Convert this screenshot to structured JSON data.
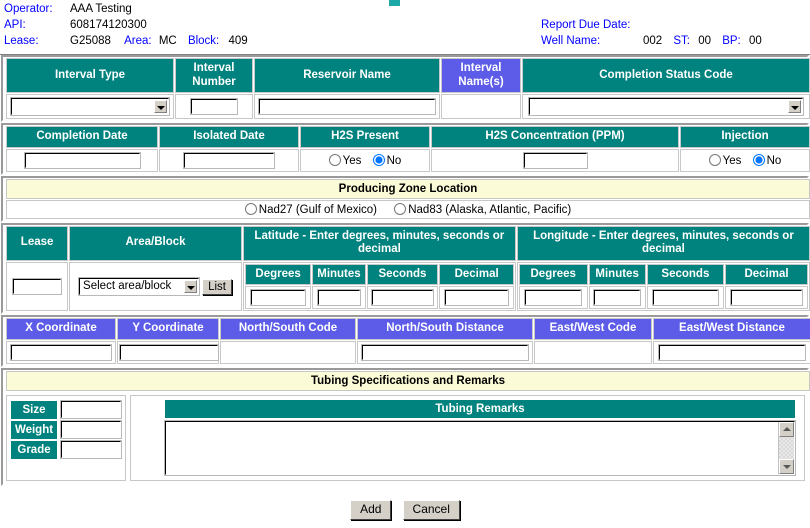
{
  "header": {
    "operator_label": "Operator:",
    "operator_value": "AAA Testing",
    "api_label": "API:",
    "api_value": "608174120300",
    "lease_label": "Lease:",
    "lease_value": "G25088",
    "area_label": "Area:",
    "area_value": "MC",
    "block_label": "Block:",
    "block_value": "409",
    "report_due_label": "Report Due Date:",
    "report_due_value": "",
    "well_name_label": "Well Name:",
    "well_name_value": "002",
    "st_label": "ST:",
    "st_value": "00",
    "bp_label": "BP:",
    "bp_value": "00"
  },
  "interval_row": {
    "interval_type_header": "Interval Type",
    "interval_number_header": "Interval Number",
    "reservoir_name_header": "Reservoir Name",
    "interval_names_header": "Interval Name(s)",
    "completion_status_header": "Completion Status Code",
    "interval_type_value": "",
    "interval_number_value": "",
    "reservoir_name_value": "",
    "interval_names_value": "",
    "completion_status_value": ""
  },
  "dates_row": {
    "completion_date_header": "Completion Date",
    "isolated_date_header": "Isolated Date",
    "h2s_present_header": "H2S Present",
    "h2s_concentration_header": "H2S Concentration (PPM)",
    "injection_header": "Injection",
    "completion_date_value": "",
    "isolated_date_value": "",
    "h2s_concentration_value": "",
    "yes_label": "Yes",
    "no_label": "No",
    "h2s_selected": "No",
    "injection_selected": "No"
  },
  "producing_zone": {
    "section_title": "Producing Zone Location",
    "nad27_label": "Nad27 (Gulf of Mexico)",
    "nad83_label": "Nad83 (Alaska, Atlantic, Pacific)",
    "selected": ""
  },
  "location_row": {
    "lease_header": "Lease",
    "area_block_header": "Area/Block",
    "latitude_header": "Latitude - Enter degrees, minutes, seconds or decimal",
    "longitude_header": "Longitude - Enter degrees, minutes, seconds or decimal",
    "lease_value": "",
    "area_block_select_value": "Select area/block",
    "list_button_label": "List",
    "sub_headers": [
      "Degrees",
      "Minutes",
      "Seconds",
      "Decimal"
    ],
    "latitude_values": [
      "",
      "",
      "",
      ""
    ],
    "longitude_values": [
      "",
      "",
      "",
      ""
    ]
  },
  "coordinate_row": {
    "headers": [
      "X Coordinate",
      "Y Coordinate",
      "North/South Code",
      "North/South Distance",
      "East/West Code",
      "East/West Distance"
    ],
    "x_coordinate_value": "",
    "y_coordinate_value": "",
    "north_south_code_value": "",
    "north_south_distance_value": "",
    "east_west_code_value": "",
    "east_west_distance_value": ""
  },
  "tubing": {
    "section_title": "Tubing Specifications and Remarks",
    "size_label": "Size",
    "weight_label": "Weight",
    "grade_label": "Grade",
    "size_value": "",
    "weight_value": "",
    "grade_value": "",
    "remarks_header": "Tubing Remarks",
    "remarks_value": ""
  },
  "footer": {
    "add_label": "Add",
    "cancel_label": "Cancel"
  },
  "colors": {
    "teal": "#00827e",
    "purple": "#5c5ce8",
    "cream": "#fbfbd8",
    "label_blue": "#0000ff"
  }
}
